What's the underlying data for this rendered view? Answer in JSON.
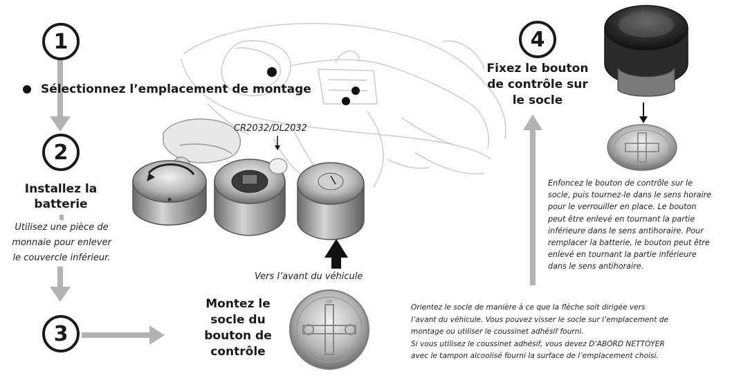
{
  "steps": {
    "s1": {
      "number": "1",
      "heading": "Sélectionnez l’emplacement de montage"
    },
    "s2": {
      "number": "2",
      "heading_line1": "Installez la",
      "heading_line2": "batterie",
      "note_line1": "Utilisez une pièce de",
      "note_line2": "monnaie pour enlever",
      "note_line3": "le couvercle inférieur."
    },
    "s3": {
      "number": "3",
      "heading_line1": "Montez le",
      "heading_line2": "socle du",
      "heading_line3": "bouton de",
      "heading_line4": "contrôle"
    },
    "s4": {
      "number": "4",
      "heading_line1": "Fixez le bouton",
      "heading_line2": "de contrôle sur",
      "heading_line3": "le socle"
    }
  },
  "labels": {
    "battery": "CR2032/DL2032",
    "front": "Vers l’avant du véhicule",
    "base_mark": "UP"
  },
  "notes": {
    "step4": [
      "Enfoncez le bouton de contrôle sur le",
      "socle, puis tournez-le dans le sens horaire",
      "pour le verrouiller en place. Le bouton",
      "peut être enlevé en tournant la partie",
      "inférieure dans le sens antihoraire. Pour",
      "remplacer la batterie, le bouton peut être",
      "enlevé en tournant la partie inférieure",
      "dans le sens antihoraire."
    ],
    "step3": [
      "Orientez le socle de manière à ce que la flèche soit dirigée vers",
      "l’avant du véhicule. Vous pouvez visser le socle sur l’emplacement de",
      "montage ou utiliser le coussinet adhésif fourni.",
      "Si vous utilisez le coussinet adhésif, vous devez D’ABORD NETTOYER",
      "avec le tampon alcoolisé fourni la surface de l’emplacement choisi."
    ]
  }
}
